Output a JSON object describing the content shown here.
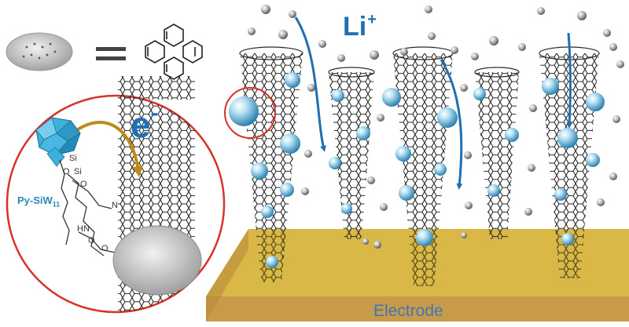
{
  "labels": {
    "li_base": "Li",
    "li_charge": "+",
    "electron_base": "e",
    "electron_charge": "-",
    "molecule_base": "Py-SiW",
    "molecule_sub": "11",
    "electrode": "Electrode"
  },
  "chemical_labels": [
    "Si",
    "O",
    "Si",
    "O",
    "N",
    "HN",
    "O",
    "O"
  ],
  "colors": {
    "ion_blue": "#1f6fb5",
    "inset_ring": "#d8322a",
    "polyoxometalate": "#3fb0dc",
    "electron_arrow": "#c08a18",
    "electrode_top": "#d9b847",
    "electrode_side": "#c79b4a"
  },
  "icons": [
    "graphene-flake-icon",
    "pyrene-structure-icon",
    "polyoxometalate-cluster-icon"
  ]
}
